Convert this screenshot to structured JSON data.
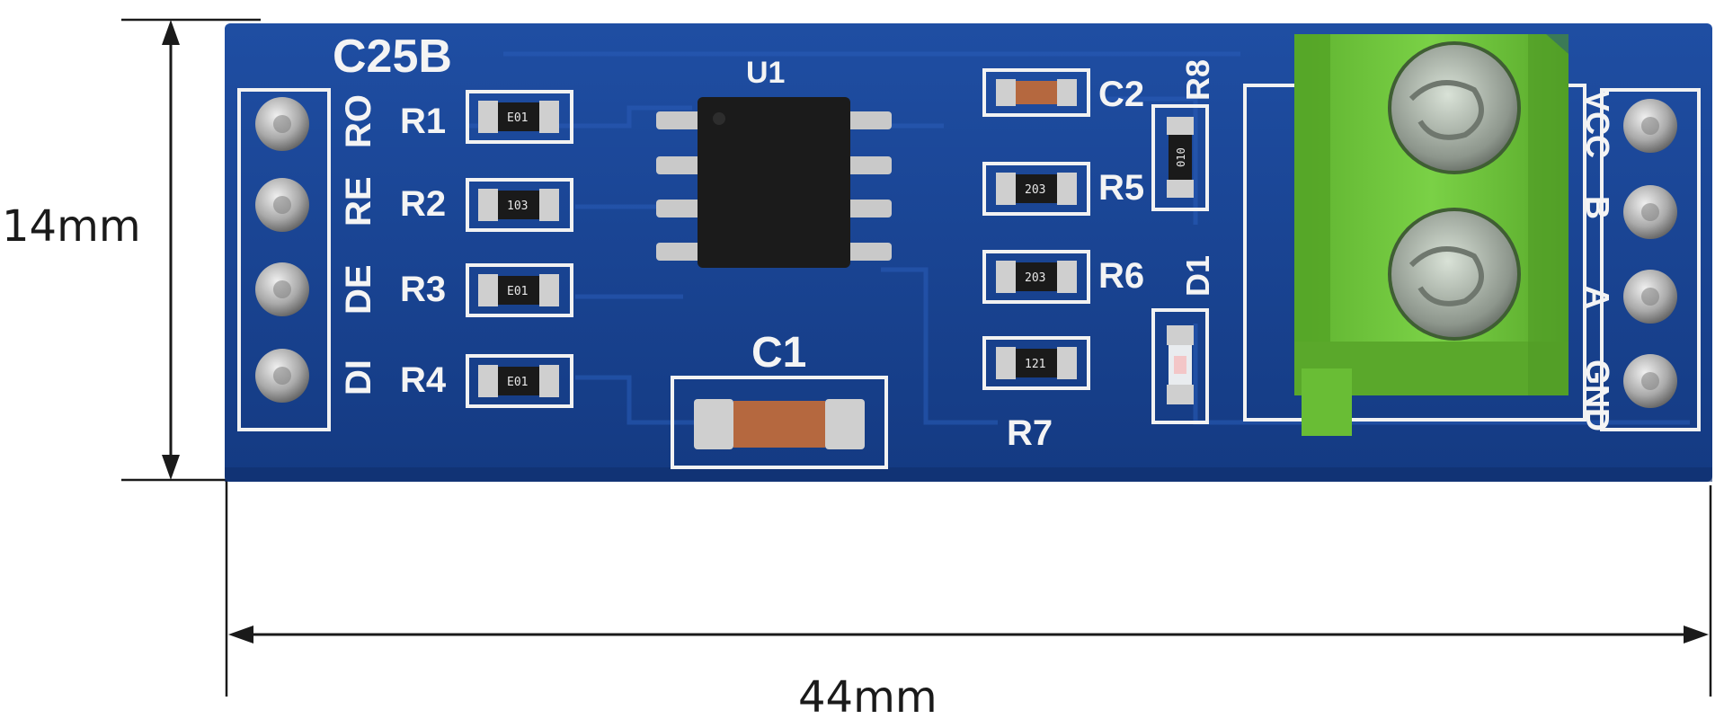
{
  "dimensions": {
    "height_label": "14mm",
    "width_label": "44mm"
  },
  "board": {
    "title": "C25B",
    "chip_ref": "U1",
    "left_pins": [
      "RO",
      "RE",
      "DE",
      "DI"
    ],
    "right_pins": [
      "VCC",
      "B",
      "A",
      "GND"
    ],
    "resistors_left": [
      {
        "ref": "R1",
        "code": "E01"
      },
      {
        "ref": "R2",
        "code": "103"
      },
      {
        "ref": "R3",
        "code": "E01"
      },
      {
        "ref": "R4",
        "code": "E01"
      }
    ],
    "resistors_right": [
      {
        "ref": "R5",
        "code": "203"
      },
      {
        "ref": "R6",
        "code": "203"
      },
      {
        "ref": "R7",
        "code": "121"
      }
    ],
    "cap_c1": "C1",
    "cap_c2": "C2",
    "r8": {
      "ref": "R8",
      "code": "010"
    },
    "d1": "D1"
  },
  "colors": {
    "pcb": "#173f8c",
    "pcb_edge": "#0f2f6d",
    "terminal": "#6dc23a",
    "silk": "#f4f4f4",
    "chip": "#1b1b1b"
  }
}
